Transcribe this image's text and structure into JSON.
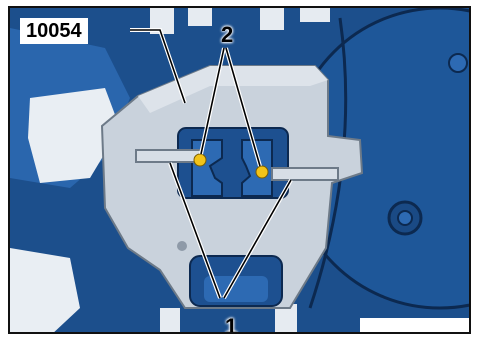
{
  "figure": {
    "tool_number": "10054",
    "callouts": [
      {
        "label": "2"
      },
      {
        "label": "1"
      }
    ],
    "colors": {
      "part_blue": "#1f5aa0",
      "part_dark": "#0f2f5c",
      "tool_grey": "#c9d2dc",
      "tool_shade": "#a9b4c1",
      "pin_yellow": "#f2c318",
      "background_white": "#ffffff"
    }
  }
}
